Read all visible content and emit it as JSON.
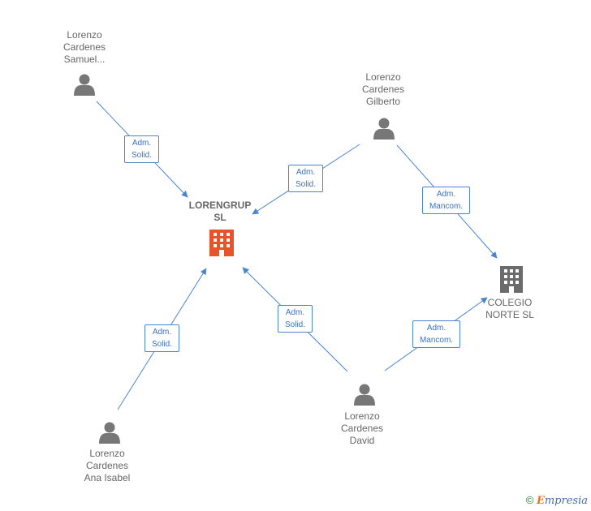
{
  "nodes": {
    "samuel": {
      "lines": [
        "Lorenzo",
        "Cardenes",
        "Samuel..."
      ],
      "type": "person"
    },
    "gilberto": {
      "lines": [
        "Lorenzo",
        "Cardenes",
        "Gilberto"
      ],
      "type": "person"
    },
    "lorengrup": {
      "lines": [
        "LORENGRUP",
        "SL"
      ],
      "type": "company",
      "color": "#e8542a"
    },
    "colegio": {
      "lines": [
        "COLEGIO",
        "NORTE SL"
      ],
      "type": "company",
      "color": "#6b6b6b"
    },
    "david": {
      "lines": [
        "Lorenzo",
        "Cardenes",
        "David"
      ],
      "type": "person"
    },
    "ana": {
      "lines": [
        "Lorenzo",
        "Cardenes",
        "Ana Isabel"
      ],
      "type": "person"
    }
  },
  "edges": [
    {
      "from": "samuel",
      "to": "lorengrup",
      "lines": [
        "Adm.",
        "Solid."
      ]
    },
    {
      "from": "gilberto",
      "to": "lorengrup",
      "lines": [
        "Adm.",
        "Solid."
      ]
    },
    {
      "from": "gilberto",
      "to": "colegio",
      "lines": [
        "Adm.",
        "Mancom."
      ]
    },
    {
      "from": "ana",
      "to": "lorengrup",
      "lines": [
        "Adm.",
        "Solid."
      ]
    },
    {
      "from": "david",
      "to": "lorengrup",
      "lines": [
        "Adm.",
        "Solid."
      ]
    },
    {
      "from": "david",
      "to": "colegio",
      "lines": [
        "Adm.",
        "Mancom."
      ]
    }
  ],
  "colors": {
    "edge": "#4a86d0",
    "person_icon": "#777777"
  },
  "footer": {
    "copyright": "©",
    "brand_initial": "E",
    "brand_rest": "mpresia"
  }
}
